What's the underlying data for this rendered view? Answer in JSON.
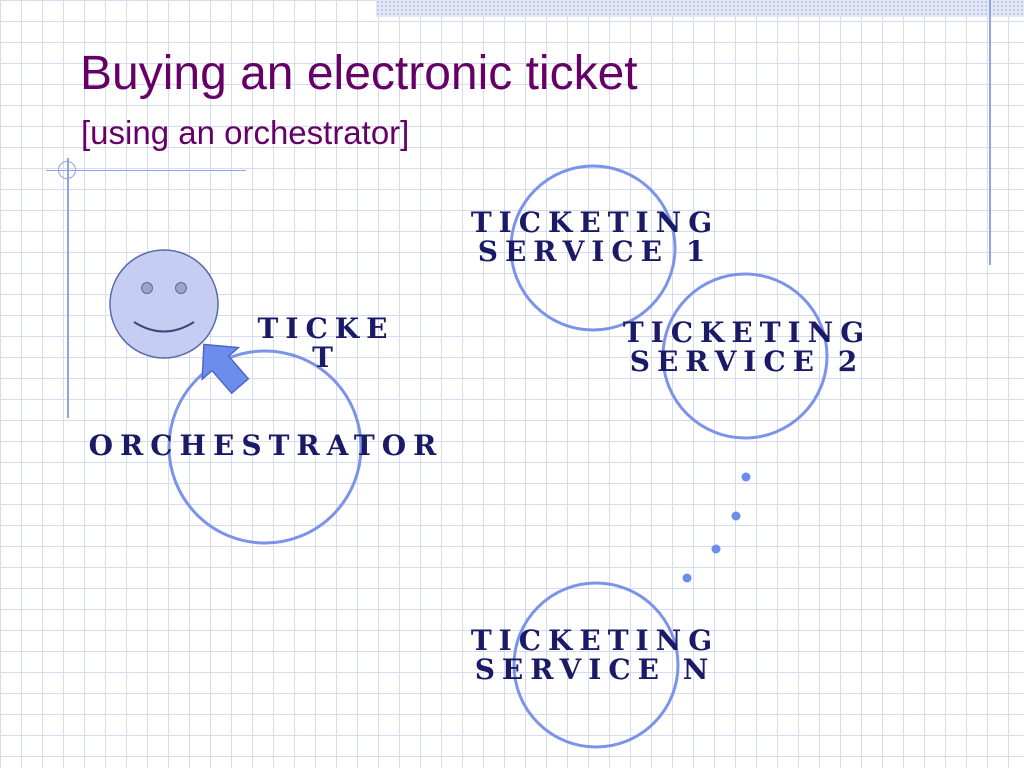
{
  "slide": {
    "title": "Buying an electronic ticket",
    "subtitle": "[using an orchestrator]"
  },
  "diagram": {
    "ticketing_service_1": {
      "line1": "Ticketing",
      "line2": "Service 1"
    },
    "ticketing_service_2": {
      "line1": "Ticketing",
      "line2": "Service 2"
    },
    "ticketing_service_n": {
      "line1": "Ticketing",
      "line2": "Service N"
    },
    "orchestrator": {
      "label": "Orchestrator"
    },
    "ticket": {
      "line1": "Ticke",
      "line2": "t"
    },
    "icons": [
      "smiley-face-icon",
      "up-left-arrow-icon"
    ],
    "colors": {
      "title": "#660066",
      "circle_stroke": "#7b93e8",
      "label_text": "#1a1a66",
      "arrow_fill": "#6d8ded",
      "face_fill": "#c5cdf3",
      "dots": "#6d8ded"
    }
  }
}
